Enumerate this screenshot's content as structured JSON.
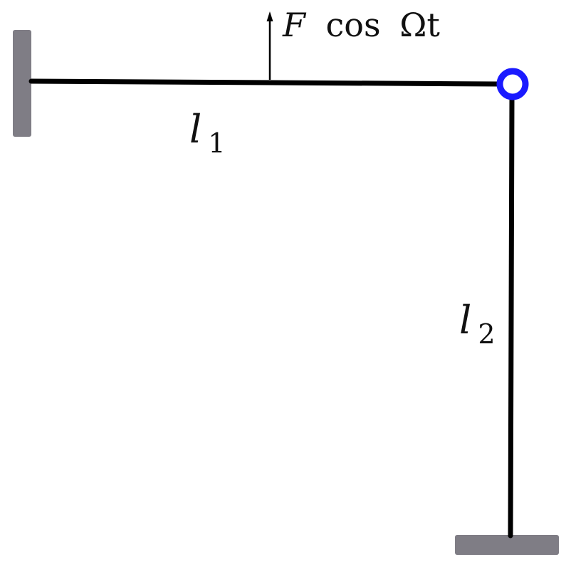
{
  "diagram": {
    "force_label": {
      "F": "F",
      "cos": "cos",
      "Omega_t": "Ωt"
    },
    "beam_1": {
      "symbol": "l",
      "subscript": "1"
    },
    "beam_2": {
      "symbol": "l",
      "subscript": "2"
    },
    "colors": {
      "beam": "#000000",
      "support": "#7f7d85",
      "hinge": "#1a1aff",
      "arrow": "#000000"
    }
  }
}
